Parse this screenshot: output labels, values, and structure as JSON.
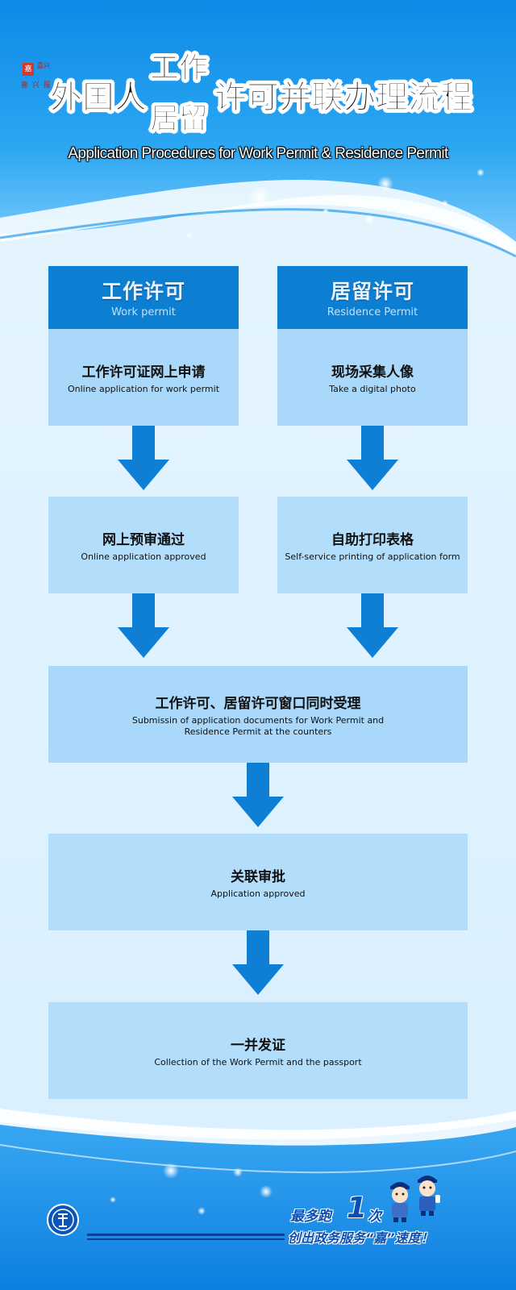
{
  "header": {
    "logo_line1": "嘉兴",
    "logo_line2": "嘉 兴 报 业",
    "title_part1": "外国人",
    "title_part2": "工作",
    "title_part3": "居留",
    "title_part4": "许可并联办理流程",
    "subtitle": "Application Procedures for Work Permit & Residence Permit"
  },
  "columns": [
    {
      "title_cn": "工作许可",
      "title_en": "Work permit"
    },
    {
      "title_cn": "居留许可",
      "title_en": "Residence Permit"
    }
  ],
  "steps": {
    "work_1": {
      "cn": "工作许可证网上申请",
      "en": "Online application for work permit"
    },
    "work_2": {
      "cn": "网上预审通过",
      "en": "Online application approved"
    },
    "res_1": {
      "cn": "现场采集人像",
      "en": "Take a digital photo"
    },
    "res_2": {
      "cn": "自助打印表格",
      "en": "Self-service printing of application form"
    },
    "joint_1": {
      "cn": "工作许可、居留许可窗口同时受理",
      "en": "Submissin of application documents for Work Permit and Residence Permit at the counters"
    },
    "joint_2": {
      "cn": "关联审批",
      "en": "Application approved"
    },
    "joint_3": {
      "cn": "一并发证",
      "en": "Collection of the Work Permit and the passport"
    }
  },
  "footer": {
    "slogan_part1": "最多跑",
    "slogan_number": "1",
    "slogan_part2": "次",
    "slogan_line2": "创出政务服务“嘉”速度！"
  },
  "colors": {
    "header_blue": "#0d7fd3",
    "box_blue": "#a9d8fb",
    "arrow_blue": "#0f7fd6",
    "sky_top": "#1591e8"
  },
  "icons": [
    "down-arrow-icon",
    "police-mascot-icon",
    "emblem-icon",
    "logo-icon"
  ]
}
